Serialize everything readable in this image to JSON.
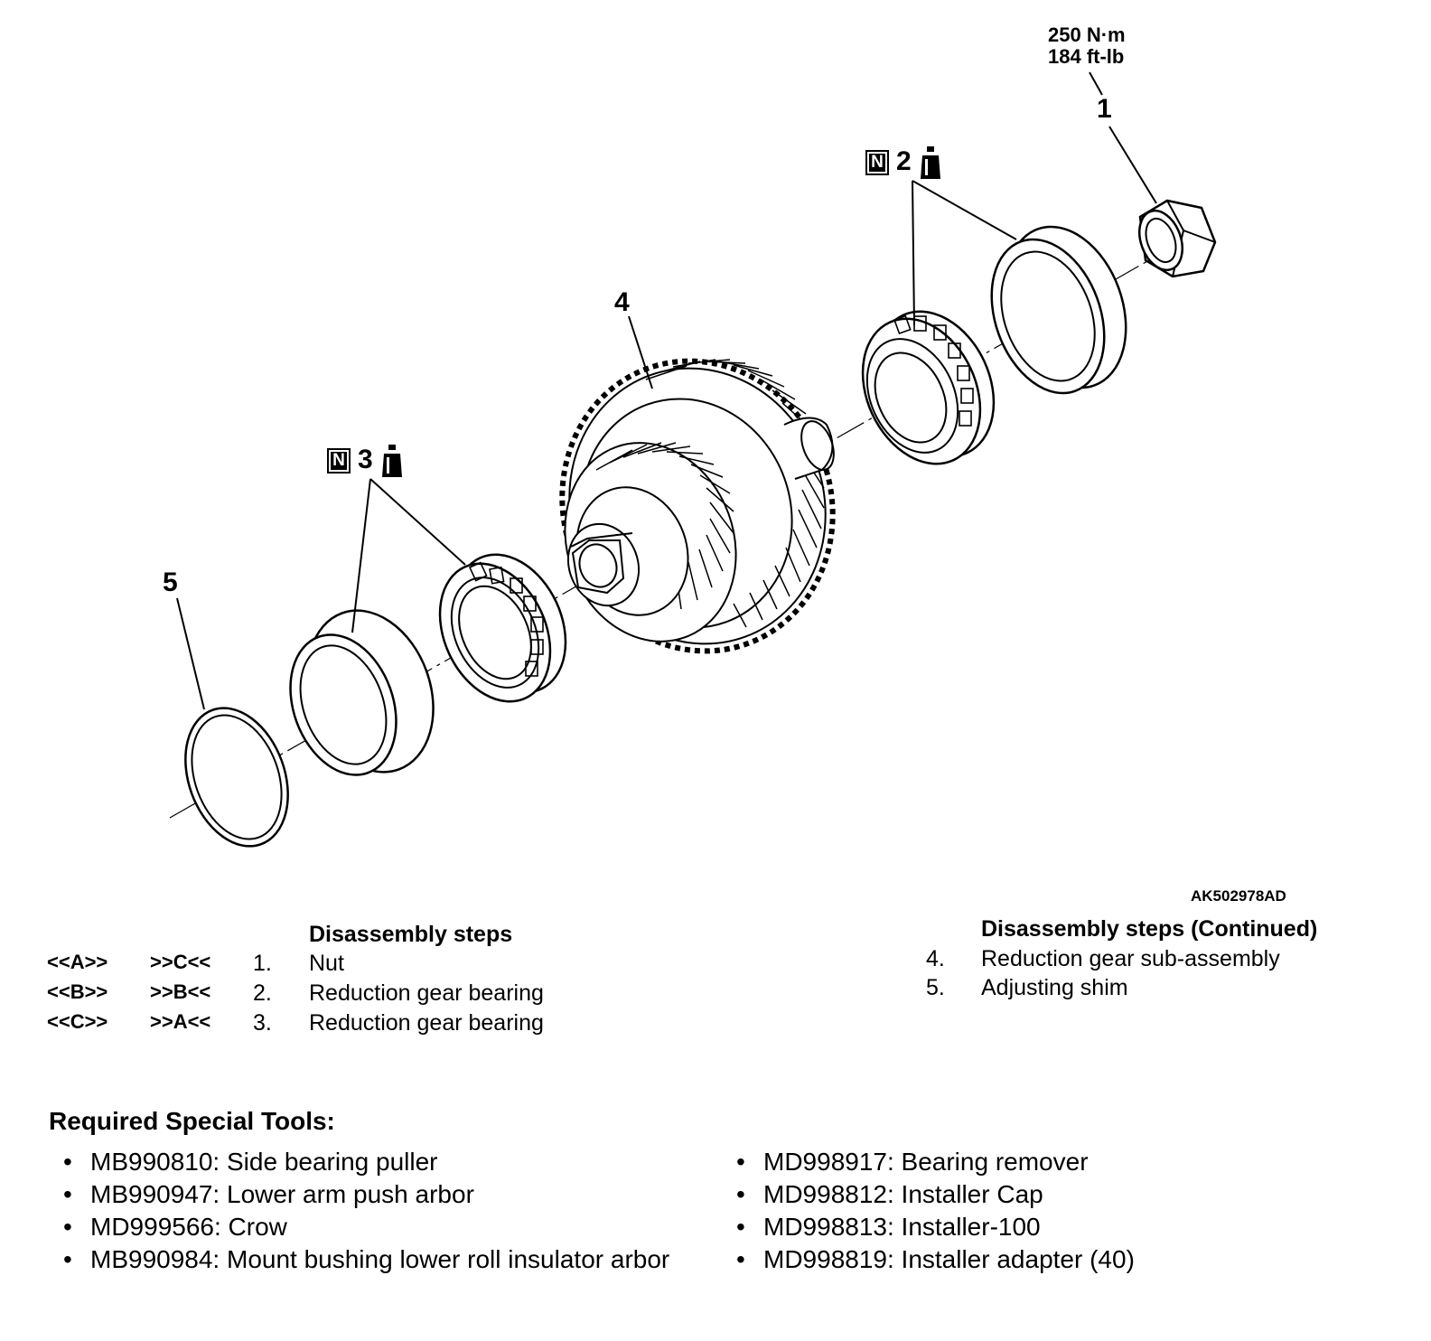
{
  "diagram": {
    "callouts": {
      "c1": "1",
      "c2": "2",
      "c3": "3",
      "c4": "4",
      "c5": "5"
    },
    "torque": [
      "250 N·m",
      "184 ft-lb"
    ],
    "new_part_badge": "N",
    "figure_id": "AK502978AD"
  },
  "steps_left": {
    "heading": "Disassembly steps",
    "rows": [
      {
        "removal": "<<A>>",
        "install": ">>C<<",
        "num": "1.",
        "label": "Nut"
      },
      {
        "removal": "<<B>>",
        "install": ">>B<<",
        "num": "2.",
        "label": "Reduction gear bearing"
      },
      {
        "removal": "<<C>>",
        "install": ">>A<<",
        "num": "3.",
        "label": "Reduction gear bearing"
      }
    ]
  },
  "steps_right": {
    "heading": "Disassembly steps (Continued)",
    "rows": [
      {
        "num": "4.",
        "label": "Reduction gear sub-assembly"
      },
      {
        "num": "5.",
        "label": "Adjusting shim"
      }
    ]
  },
  "tools": {
    "title": "Required Special Tools:",
    "left": [
      "MB990810: Side bearing puller",
      "MB990947: Lower arm push arbor",
      "MD999566: Crow",
      "MB990984: Mount bushing lower roll insulator arbor"
    ],
    "right": [
      "MD998917: Bearing remover",
      "MD998812: Installer Cap",
      "MD998813: Installer-100",
      "MD998819: Installer adapter (40)"
    ]
  }
}
